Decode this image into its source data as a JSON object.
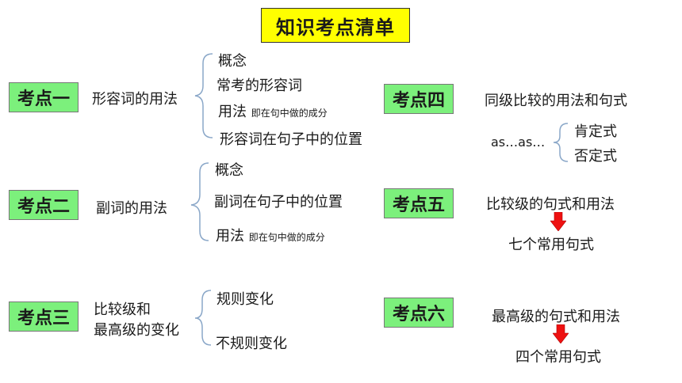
{
  "title": "知识考点清单",
  "points": [
    {
      "badge": "考点一",
      "topic": "形容词的用法",
      "items": [
        "概念",
        "常考的形容词",
        "用法",
        "形容词在句子中的位置"
      ],
      "note": "即在句中做的成分"
    },
    {
      "badge": "考点二",
      "topic": "副词的用法",
      "items": [
        "概念",
        "副词在句子中的位置",
        "用法"
      ],
      "note": "即在句中做的成分"
    },
    {
      "badge": "考点三",
      "topic_line1": "比较级和",
      "topic_line2": "最高级的变化",
      "items": [
        "规则变化",
        "不规则变化"
      ]
    },
    {
      "badge": "考点四",
      "topic": "同级比较的用法和句式",
      "sub_label": "as…as…",
      "items": [
        "肯定式",
        "否定式"
      ]
    },
    {
      "badge": "考点五",
      "topic": "比较级的句式和用法",
      "result": "七个常用句式"
    },
    {
      "badge": "考点六",
      "topic": "最高级的句式和用法",
      "result": "四个常用句式"
    }
  ],
  "colors": {
    "title_bg": "#ffff00",
    "badge_bg": "#7cf07c",
    "bracket": "#8aa7c8",
    "arrow": "#ee1111"
  }
}
